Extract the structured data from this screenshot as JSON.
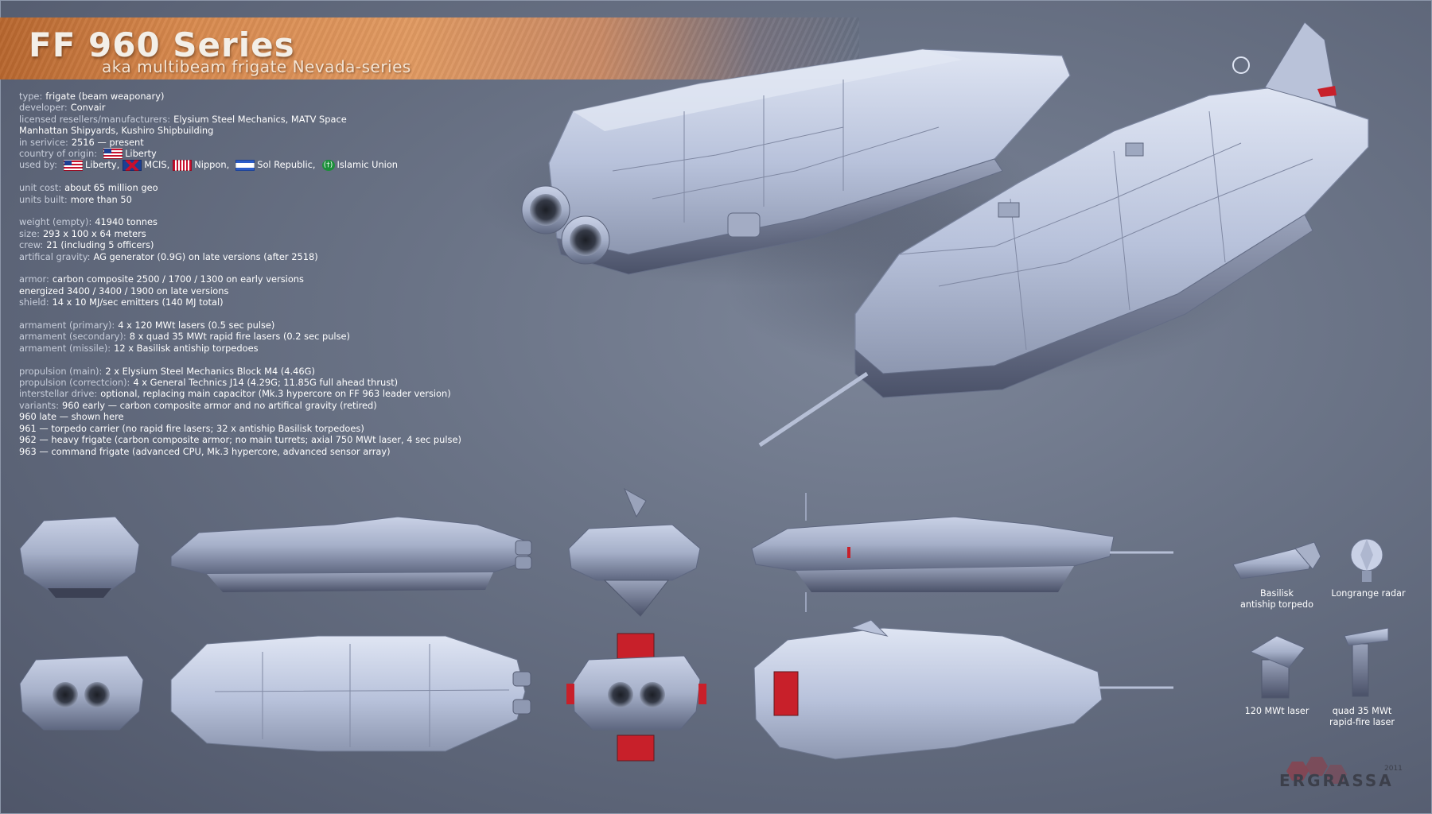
{
  "header": {
    "title": "FF 960 Series",
    "subtitle": "aka multibeam frigate Nevada-series"
  },
  "specs": {
    "type": {
      "key": "type:",
      "value": "frigate (beam weaponary)"
    },
    "developer": {
      "key": "developer:",
      "value": "Convair"
    },
    "licensed": {
      "key": "licensed resellers/manufacturers:",
      "value": "Elysium Steel Mechanics, MATV Space",
      "value2": "Manhattan Shipyards, Kushiro Shipbuilding"
    },
    "in_service": {
      "key": "in serivice:",
      "value": "2516 — present"
    },
    "origin": {
      "key": "country of origin:",
      "value": "Liberty"
    },
    "used_by": {
      "key": "used by:",
      "users": [
        "Liberty,",
        "MCIS,",
        "Nippon,",
        "Sol Republic,",
        "Islamic Union"
      ],
      "isl_symbol": "(†)"
    },
    "unit_cost": {
      "key": "unit cost:",
      "value": "about 65 million geo"
    },
    "units_built": {
      "key": "units built:",
      "value": "more than 50"
    },
    "weight": {
      "key": "weight (empty):",
      "value": "41940 tonnes"
    },
    "size": {
      "key": "size:",
      "value": "293 x 100 x 64 meters"
    },
    "crew": {
      "key": "crew:",
      "value": "21 (including 5 officers)"
    },
    "gravity": {
      "key": "artifical gravity:",
      "value": "AG generator (0.9G) on late versions (after 2518)"
    },
    "armor": {
      "key": "armor:",
      "value": "carbon composite 2500 / 1700 / 1300 on early versions",
      "value2": "energized 3400 / 3400 / 1900 on late versions"
    },
    "shield": {
      "key": "shield:",
      "value": "14 x 10 MJ/sec emitters (140 MJ total)"
    },
    "arm_primary": {
      "key": "armament (primary):",
      "value": "4 x 120 MWt lasers (0.5 sec pulse)"
    },
    "arm_secondary": {
      "key": "armament (secondary):",
      "value": "8 x quad 35 MWt rapid fire lasers (0.2 sec pulse)"
    },
    "arm_missile": {
      "key": "armament (missile):",
      "value": "12 x Basilisk antiship torpedoes"
    },
    "prop_main": {
      "key": "propulsion (main):",
      "value": "2 x Elysium Steel Mechanics Block M4 (4.46G)"
    },
    "prop_correction": {
      "key": "propulsion (correctcion):",
      "value": "4 x General Technics J14 (4.29G; 11.85G full ahead thrust)"
    },
    "interstellar": {
      "key": "interstellar drive:",
      "value": "optional, replacing main capacitor (Mk.3 hypercore on FF 963 leader version)"
    },
    "variants": {
      "key": "variants:",
      "value": "960 early — carbon composite armor and no artifical gravity (retired)",
      "lines": [
        "960 late — shown here",
        "961 — torpedo carrier (no rapid fire lasers; 32 x antiship Basilisk torpedoes)",
        "962 — heavy frigate (carbon composite armor; no main turrets; axial 750 MWt laser, 4 sec pulse)",
        "963 — command frigate (advanced CPU, Mk.3 hypercore, advanced sensor array)"
      ]
    }
  },
  "equipment": {
    "torpedo": {
      "line1": "Basilisk",
      "line2": "antiship torpedo"
    },
    "radar": {
      "line1": "Longrange radar"
    },
    "laser": {
      "line1": "120 MWt laser"
    },
    "quad": {
      "line1": "quad 35 MWt",
      "line2": "rapid-fire laser"
    }
  },
  "logo": {
    "text": "ERGRASSA",
    "year": "2011"
  },
  "colors": {
    "hull": "#c7d0e6",
    "hull_shadow": "#7f89a3",
    "accent_red": "#c8202a",
    "banner": "#d88a4f",
    "background": "#6a7386"
  }
}
